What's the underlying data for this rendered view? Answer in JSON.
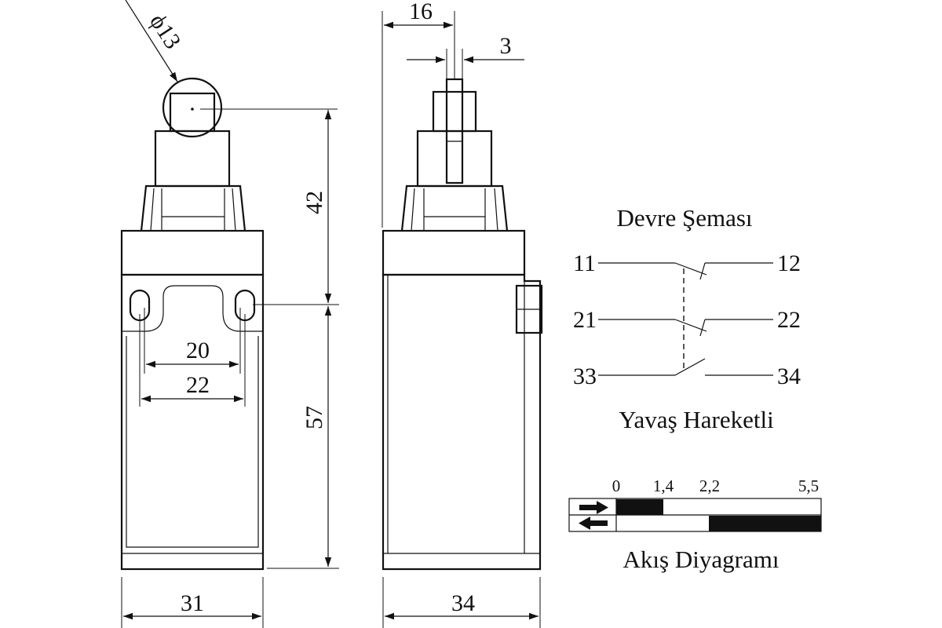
{
  "dimensions": {
    "roller_diameter": "ϕ13",
    "width_side": "16",
    "roller_thickness": "3",
    "height_upper": "42",
    "height_lower": "57",
    "hole_spacing_inner": "20",
    "hole_spacing_outer": "22",
    "width_front": "31",
    "depth_side": "34"
  },
  "circuit": {
    "title": "Devre Şeması",
    "subtitle": "Yavaş Hareketli",
    "terminals": {
      "t11": "11",
      "t12": "12",
      "t21": "21",
      "t22": "22",
      "t33": "33",
      "t34": "34"
    }
  },
  "flow": {
    "title": "Akış Diyagramı",
    "scale_labels": [
      "0",
      "1,4",
      "2,2",
      "5,5"
    ]
  }
}
